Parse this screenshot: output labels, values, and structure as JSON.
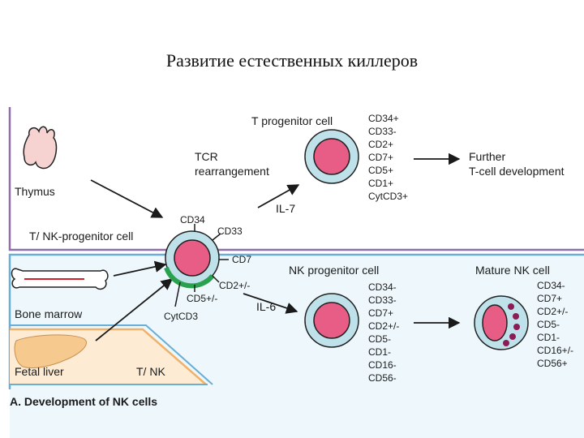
{
  "title": "Развитие естественных киллеров",
  "thymus": {
    "label": "Thymus"
  },
  "bone_marrow": {
    "label": "Bone marrow"
  },
  "fetal_liver": {
    "label": "Fetal liver",
    "region_label": "T/ NK"
  },
  "tnk_progenitor": {
    "label": "T/ NK-progenitor cell",
    "markers": {
      "cd34": "CD34",
      "cd33": "CD33",
      "cd7": "CD7",
      "cd2": "CD2+/-",
      "cd5": "CD5+/-",
      "cytcd3": "CytCD3"
    }
  },
  "t_branch": {
    "tcr": [
      "TCR",
      "rearrangement"
    ],
    "il": "IL-7",
    "cell_label": "T progenitor cell",
    "markers": [
      "CD34+",
      "CD33-",
      "CD2+",
      "CD7+",
      "CD5+",
      "CD1+",
      "CytCD3+"
    ],
    "further": [
      "Further",
      "T-cell development"
    ]
  },
  "nk_branch": {
    "il": "IL-6",
    "progenitor_label": "NK progenitor cell",
    "progenitor_markers": [
      "CD34-",
      "CD33-",
      "CD7+",
      "CD2+/-",
      "CD5-",
      "CD1-",
      "CD16-",
      "CD56-"
    ],
    "mature_label": "Mature NK cell",
    "mature_markers": [
      "CD34-",
      "CD7+",
      "CD2+/-",
      "CD5-",
      "CD1-",
      "CD16+/-",
      "CD56+"
    ]
  },
  "caption": "A. Development of NK cells",
  "colors": {
    "purple_line": "#8e6fa6",
    "blue_line": "#6aaed6",
    "orange_line": "#f0b26b",
    "cell_outer": "#bfe2ea",
    "cell_inner": "#e85d86",
    "granule": "#8b1c56",
    "green_arc": "#2aa14e",
    "marrow_fill": "#e9f6fb",
    "liver_fill": "#fdecd3",
    "liver_organ": "#f6c98f",
    "thymus_fill": "#f6d3d1"
  }
}
